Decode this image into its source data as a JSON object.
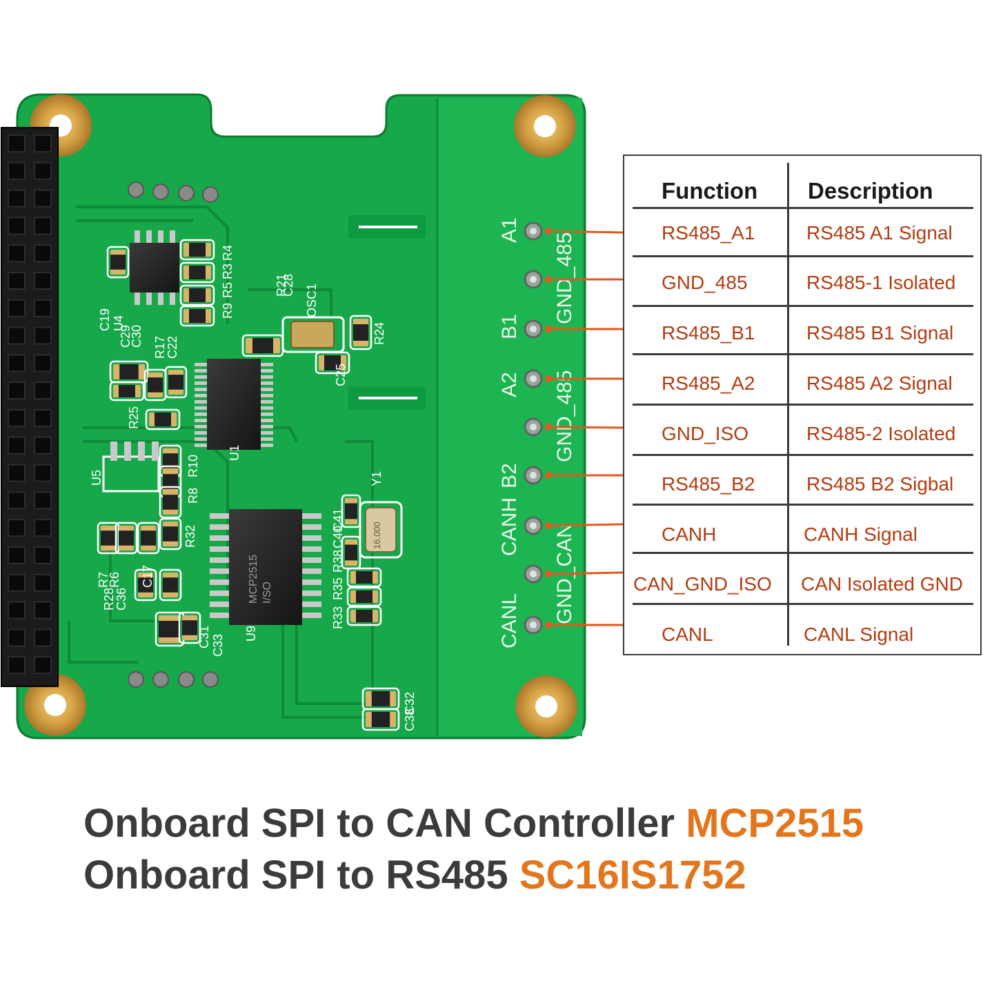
{
  "photo": {
    "board_silkscreen": {
      "pin_labels": [
        "A1",
        "GND_485",
        "B1",
        "A2",
        "GND_485",
        "B2",
        "CANH",
        "GND_CAN",
        "CANL"
      ],
      "component_labels": [
        "C19",
        "U4",
        "R4",
        "R3",
        "R5",
        "R9",
        "R21",
        "C28",
        "OSC1",
        "R24",
        "C25",
        "C29",
        "C30",
        "R17",
        "C22",
        "R25",
        "U1",
        "U5",
        "R10",
        "R8",
        "R32",
        "R7",
        "R6",
        "R28",
        "C36",
        "C17",
        "C31",
        "C33",
        "U9",
        "R33",
        "R35",
        "R38",
        "C40",
        "C41",
        "Y1",
        "C32",
        "C38"
      ],
      "main_chip_marking": [
        "MCP2515",
        "I/SO"
      ],
      "crystal_marking": "16.000"
    }
  },
  "pin_table": {
    "headers": {
      "function": "Function",
      "description": "Description"
    },
    "rows": [
      {
        "function": "RS485_A1",
        "description": "RS485 A1 Signal"
      },
      {
        "function": "GND_485",
        "description": "RS485-1 Isolated"
      },
      {
        "function": "RS485_B1",
        "description": "RS485 B1 Signal"
      },
      {
        "function": "RS485_A2",
        "description": "RS485 A2 Signal"
      },
      {
        "function": "GND_ISO",
        "description": "RS485-2 Isolated"
      },
      {
        "function": "RS485_B2",
        "description": "RS485 B2 Sigbal"
      },
      {
        "function": "CANH",
        "description": "CANH Signal"
      },
      {
        "function": "CAN_GND_ISO",
        "description": "CAN Isolated GND"
      },
      {
        "function": "CANL",
        "description": "CANL Signal"
      }
    ]
  },
  "caption": {
    "line1_text": "Onboard SPI to CAN Controller ",
    "line1_chip": "MCP2515",
    "line2_text": "Onboard SPI to RS485 ",
    "line2_chip": "SC16IS1752"
  },
  "colors": {
    "pcb_green": "#17a84a",
    "pcb_dark_green": "#0f8a3a",
    "silkscreen": "#ffffff",
    "gold_pad": "#d4a044",
    "header_black": "#1b1b1b",
    "leader_line": "#e2571f",
    "table_text": "#b23c10",
    "caption_text": "#3b3b3b",
    "caption_accent": "#e3761c"
  }
}
